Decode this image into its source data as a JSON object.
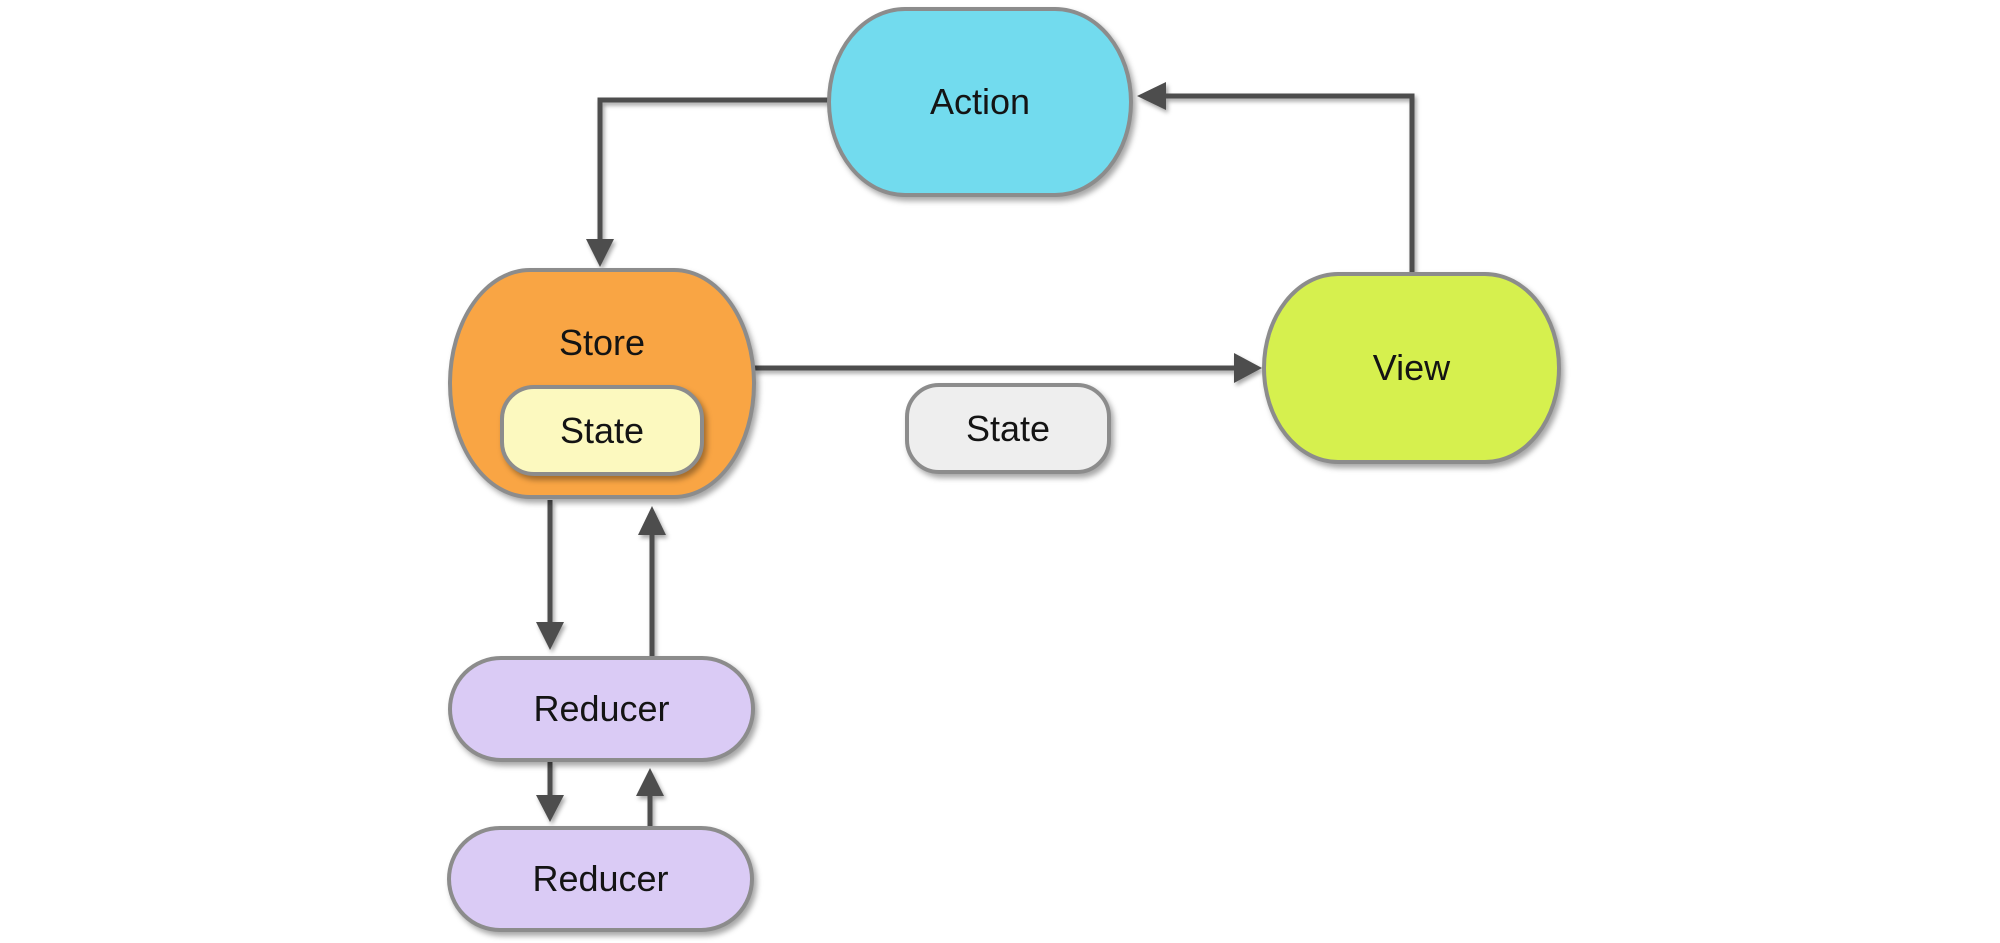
{
  "colors": {
    "background": "#FFFFFF",
    "border": "#8C8C8C",
    "arrow": "#4D4D4D",
    "text": "#141414"
  },
  "nodes": {
    "action": {
      "label": "Action",
      "fill": "#72DBEE"
    },
    "store": {
      "label": "Store",
      "fill": "#F9A544"
    },
    "store_state": {
      "label": "State",
      "fill": "#FCF9BF"
    },
    "state": {
      "label": "State",
      "fill": "#EEEEEE"
    },
    "view": {
      "label": "View",
      "fill": "#D6F04E"
    },
    "reducer1": {
      "label": "Reducer",
      "fill": "#DACBF5"
    },
    "reducer2": {
      "label": "Reducer",
      "fill": "#DACBF5"
    }
  },
  "edges": [
    {
      "from": "action",
      "to": "store"
    },
    {
      "from": "store",
      "to": "view"
    },
    {
      "from": "view",
      "to": "action"
    },
    {
      "from": "store",
      "to": "reducer1"
    },
    {
      "from": "reducer1",
      "to": "store"
    },
    {
      "from": "reducer1",
      "to": "reducer2"
    },
    {
      "from": "reducer2",
      "to": "reducer1"
    }
  ]
}
